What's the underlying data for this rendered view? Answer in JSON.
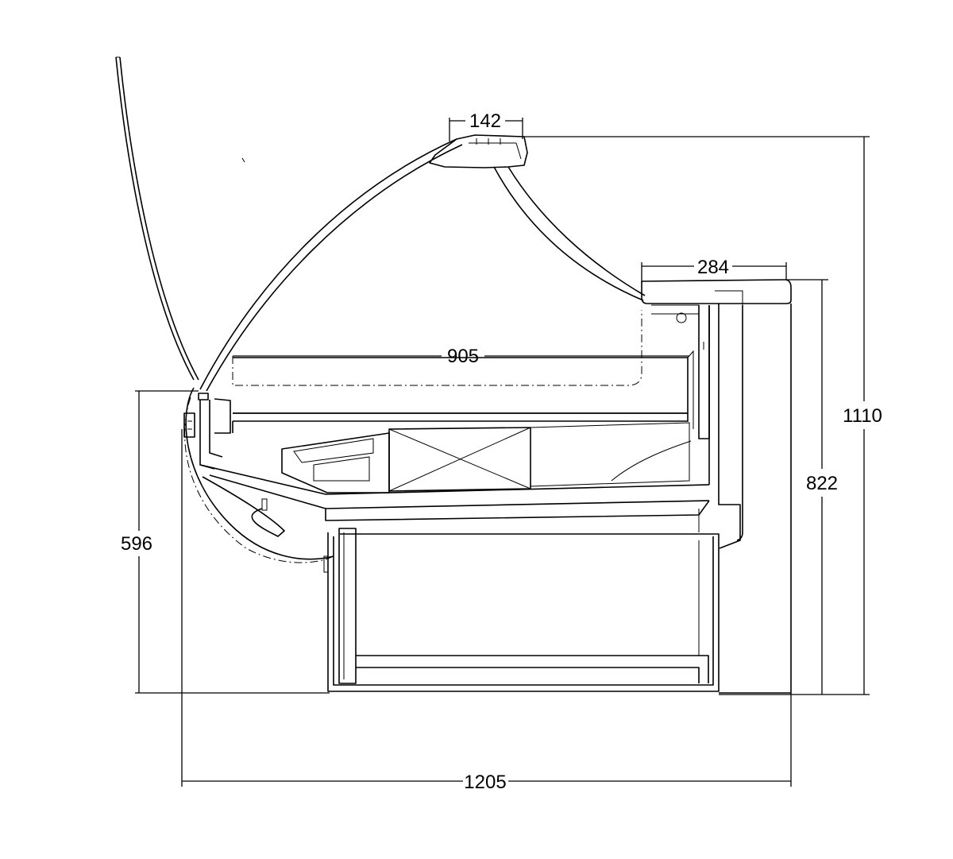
{
  "drawing": {
    "type": "refrigerated display counter side section",
    "line_color": "#000000",
    "background": "#ffffff"
  },
  "dimensions": {
    "top_width": "142",
    "shelf_depth": "284",
    "display_depth": "905",
    "total_height": "1110",
    "counter_height": "822",
    "front_height": "596",
    "total_width": "1205"
  }
}
